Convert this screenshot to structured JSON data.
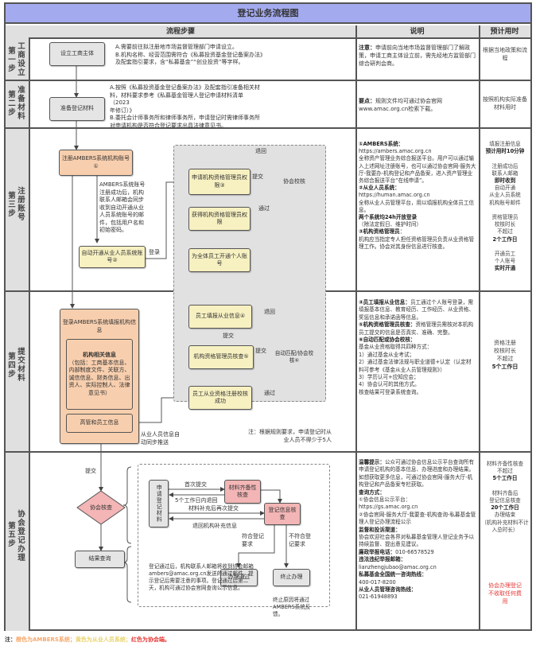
{
  "title": "登记业务流程图",
  "headers": {
    "steps": "流程步骤",
    "description": "说明",
    "time": "预计用时"
  },
  "colors": {
    "title_bg": "#a3aaee",
    "header_bg": "#e0e0e0",
    "orange": "#f8cfae",
    "yellow": "#f7f0c1",
    "red": "#f3b5b5",
    "gray": "#e5e5e5",
    "red_text": "#e53935",
    "orange_text": "#f5a86b",
    "yellow_text": "#e8d36b"
  },
  "rows": [
    {
      "step": "第一步",
      "name": "工商设立",
      "box": "设立工商主体",
      "text": [
        "A.需要前往拟注册地市场监督管理部门申请设立。",
        "B.机构名称、经营范围需符合《私募投资基金登记备案办法》",
        "及配套指引要求，含“私募基金”“创业投资”等字样。"
      ],
      "note_label": "注意：",
      "note": "申请前向当地市场监督管理部门了解政策，申请工商主体设立前，需先经地方监管部门综合研判会商。",
      "time": "根据当地政策和流程"
    },
    {
      "step": "第二步",
      "name": "准备材料",
      "box": "准备登记材料",
      "text": [
        "A.按照《私募投资基金登记备案办法》及配套指引准备相关材",
        "料，材料要求参考《私募基金管理人登记申请材料清单（2023",
        "年修订）》",
        "B.委托会计师事务所和律师事务所，申请登记时需律师事务所",
        "对申请机构是否符合登记要求出具法律意见书。"
      ],
      "note_label": "要点：",
      "note": "规则文件均可通过协会官网www.amac.org.cn检索下载。",
      "time": "按照机构实际准备材料用时"
    },
    {
      "step": "第三步",
      "name": "注册账号",
      "box_register": "注册AMBERS系统机构账号①",
      "auto_text": "AMBERS系统账号注册成功后，机构联系人邮箱会同步收到自动开通从业人员系统账号的邮件，包括用户名和初始密码。",
      "box_auto": "自动开通从业人员系统账号②",
      "login_label": "登录",
      "box_apply": "申请机构资格管理员权限③",
      "submit_label": "提交",
      "diamond": "协会校核",
      "return_label": "退回",
      "pass_label": "通过",
      "box_get": "获得机构资格管理员权限",
      "box_open": "为全体员工开通个人账号",
      "notes": [
        {
          "b": "①AMBERS系统：",
          "t": ""
        },
        {
          "b": "",
          "t": "https://ambers.amac.org.cn"
        },
        {
          "b": "",
          "t": "全称资产管理业务综合报送平台。用户可以通过输入上述网址注册账号，也可以通过协会官网-服务大厅-我要办-机构登记和产品备案，进入资产管理业务综合报送平台“在线申请”。"
        },
        {
          "b": "②从业人员系统：",
          "t": ""
        },
        {
          "b": "",
          "t": "https://human.amac.org.cn"
        },
        {
          "b": "",
          "t": "全称从业人员管理平台，用以填报机构全体员工信息。"
        },
        {
          "b": "两个系统均24h开放登录",
          "t": ""
        },
        {
          "b": "",
          "t": "（除法定假日、维护时间）"
        },
        {
          "b": "③机构资格管理员",
          "t": "："
        },
        {
          "b": "",
          "t": "机构应当指定专人担任资格管理员负责从业资格管理工作。协会对其身份信息进行核查。"
        }
      ],
      "time": [
        {
          "t": "填报注册信息"
        },
        {
          "b": "预计用时10分钟"
        },
        {
          "t": ""
        },
        {
          "t": "注册成功后"
        },
        {
          "t": "联系人邮箱"
        },
        {
          "b": "即时收到"
        },
        {
          "t": "自动开通"
        },
        {
          "t": "从业人员系统"
        },
        {
          "t": "机构账号邮件"
        },
        {
          "t": ""
        },
        {
          "t": "资格管理员"
        },
        {
          "t": "校核时长"
        },
        {
          "t": "不超过"
        },
        {
          "b": "2个工作日"
        },
        {
          "t": ""
        },
        {
          "t": "开通员工"
        },
        {
          "t": "个人账号"
        },
        {
          "b": "实时开通"
        }
      ]
    },
    {
      "step": "第四步",
      "name": "提交材料",
      "box_login": "登录AMBERS系统填报机构信息",
      "inst_title": "机构相关信息",
      "inst_body": "（包括：工商基本信息、内部制度文件、关联方、诚信信息、财务信息、出资人、实际控制人、法律意见书）",
      "box_staff": "高管和员工信息",
      "box_fill": "员工填报从业信息④",
      "submit1": "提交",
      "box_review": "机构资格管理员核查⑤",
      "submit2": "提交",
      "diamond": "自动匹配/协会校核⑥",
      "return_label": "退回",
      "pass_label": "通过",
      "box_success": "员工从业资格注册校核成功",
      "sync_label": "从业人员信息自动同步推送",
      "rule_note": "注：根据规则要求，申请登记时从业人员不得少于5人",
      "notes": [
        {
          "b": "④员工填报从业信息：",
          "t": "员工通过个人账号登录，需填报基本信息、教育经历、工作经历、从业资格、奖惩信息和承诺函等信息。"
        },
        {
          "b": "⑤机构资格管理员核查：",
          "t": "资格管理员需核对本机构员工提交的信息是否真实、准确、完整。"
        },
        {
          "b": "⑥自动匹配或协会校核：",
          "t": ""
        },
        {
          "b": "",
          "t": "基金从业资格取得共四种方式："
        },
        {
          "b": "",
          "t": "1）通过基金从业考试；"
        },
        {
          "b": "",
          "t": "2）通过基金法律法规与职业道德+认定（认定材料可参考《基金从业人员管理规则》）"
        },
        {
          "b": "",
          "t": "3）学历认可+应知应会；"
        },
        {
          "b": "",
          "t": "4）协会认可的其他方式。"
        },
        {
          "b": "",
          "t": "核查结果可登录系统查询。"
        }
      ],
      "time": [
        {
          "t": "资格注册"
        },
        {
          "t": "校核时长"
        },
        {
          "t": "不超过"
        },
        {
          "b": "5个工作日"
        }
      ]
    },
    {
      "step": "第五步",
      "name": "协会登记办理",
      "submit_label": "提交",
      "diamond": "协会核查",
      "box_result": "结果查询",
      "box_material": "申请登记材料",
      "first_submit": "首次提交",
      "return5": "5个工作日内退回",
      "resubmit": "材料补充后再次提交",
      "return_supp": "退回机构补充信息",
      "box_complete": "材料齐备性核查",
      "box_info": "登记信息核查",
      "meet": "符合登记要求",
      "not_meet": "不符合登记要求",
      "box_pass": "办理通过",
      "box_stop": "终止办理",
      "pass_text": "登记通过后，机构联系人邮箱将收到协会邮箱ambers@amac.org.cn发送的通过邮件，提示登记后需要注意的事项。登记通过后第二天，机构可通过协会官网查询公示信息。",
      "stop_text": "终止原因将通过AMBERS系统反馈。",
      "notes": [
        {
          "b": "温馨提示：",
          "t": "公众可通过协会信息公示平台查询所有申请登记机构的基本信息、办理进度和办理结果。如想获取更多信息，可通过协会官网-服务大厅-机构登记和产品备案专栏获取。"
        },
        {
          "b": "查询方式：",
          "t": ""
        },
        {
          "b": "",
          "t": "①协会信息公示平台："
        },
        {
          "b": "",
          "t": "https://gs.amac.org.cn"
        },
        {
          "b": "",
          "t": "②协会官网-服务大厅-我要查-机构查询-私募基金管理人登记办理流程公示"
        },
        {
          "b": "监督和投诉渠道：",
          "t": ""
        },
        {
          "b": "",
          "t": "协会欢迎社会各界对私募基金管理人登记业务予以持续监督、提出意见建议。"
        },
        {
          "b": "廉政举报电话：",
          "t": "010-66578529"
        },
        {
          "b": "违法违纪举报邮箱：",
          "t": ""
        },
        {
          "b": "",
          "t": "lianzhengjubao@amac.org.cn"
        },
        {
          "b": "私募基金全国统一咨询热线：",
          "t": ""
        },
        {
          "b": "",
          "t": "400-017-8200"
        },
        {
          "b": "从业人员管理咨询热线：",
          "t": ""
        },
        {
          "b": "",
          "t": "021-61948893"
        }
      ],
      "time": [
        {
          "t": "材料齐备性核查"
        },
        {
          "t": "不超过"
        },
        {
          "b": "5个工作日"
        },
        {
          "t": ""
        },
        {
          "t": "材料齐备后"
        },
        {
          "t": "登记信息核查"
        },
        {
          "b": "20个工作日"
        },
        {
          "t": "办理结束"
        },
        {
          "t": "（机构补充材料不计入总时长）"
        }
      ],
      "time_red": "协会办理登记不收取任何费用"
    }
  ],
  "footer": {
    "label": "注：",
    "orange": "橙色为AMBERS系统；",
    "yellow": "黄色为从业人员系统；",
    "red": "红色为协会端。"
  }
}
